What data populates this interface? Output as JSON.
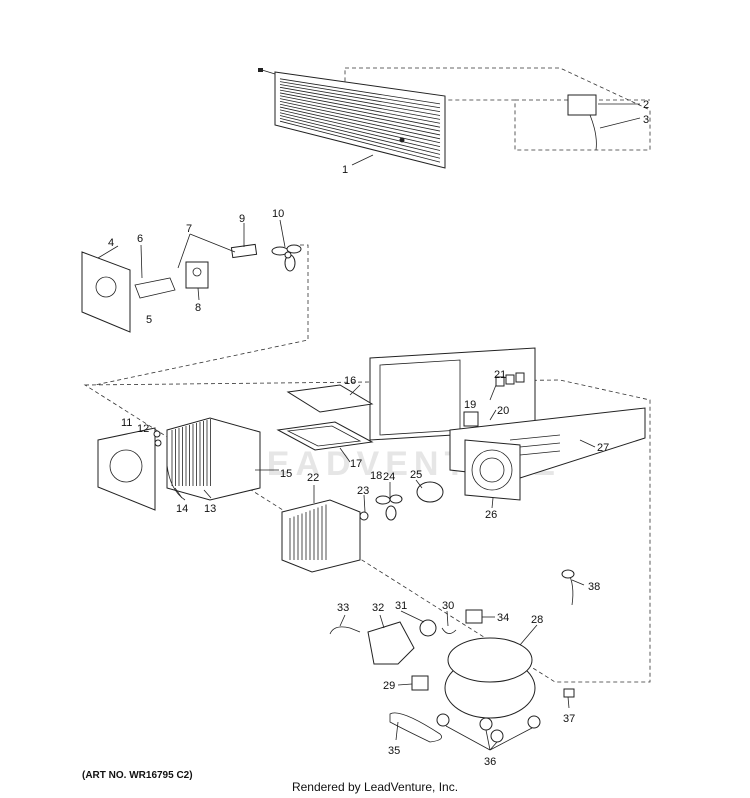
{
  "footer": {
    "art_number": "(ART NO. WR16795 C2)",
    "rendered_by": "Rendered by LeadVenture, Inc."
  },
  "watermark": "LEADVENTURE",
  "colors": {
    "line": "#222222",
    "background": "#ffffff"
  },
  "callouts": [
    "1",
    "2",
    "3",
    "4",
    "5",
    "6",
    "7",
    "8",
    "9",
    "10",
    "11",
    "12",
    "13",
    "14",
    "15",
    "16",
    "17",
    "18",
    "19",
    "20",
    "21",
    "22",
    "23",
    "24",
    "25",
    "26",
    "27",
    "28",
    "29",
    "30",
    "31",
    "32",
    "33",
    "34",
    "35",
    "36",
    "37",
    "38"
  ]
}
